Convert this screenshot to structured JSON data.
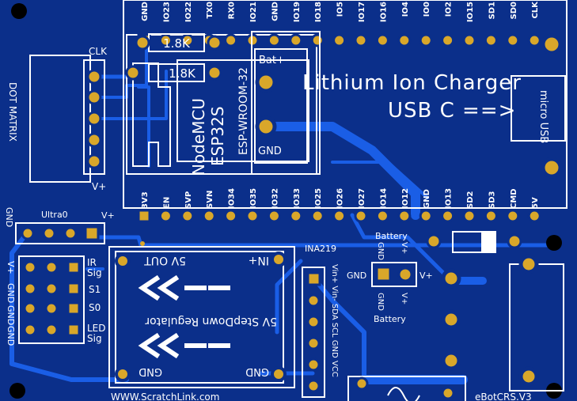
{
  "esp32": {
    "top_pins": [
      "GND",
      "IO23",
      "IO22",
      "TX0",
      "RX0",
      "IO21",
      "GND",
      "IO19",
      "IO18",
      "IO5",
      "IO17",
      "IO16",
      "IO4",
      "IO0",
      "IO2",
      "IO15",
      "SD1",
      "SD0",
      "CLK"
    ],
    "bottom_pins": [
      "3V3",
      "EN",
      "SVP",
      "SVN",
      "IO34",
      "IO35",
      "IO32",
      "IO33",
      "IO25",
      "IO26",
      "IO27",
      "IO14",
      "IO12",
      "GND",
      "IO13",
      "SD2",
      "SD3",
      "CMD",
      "5V"
    ],
    "name1": "NodeMCU",
    "name2": "ESP32S",
    "name3": "ESP-WROOM-32"
  },
  "resistors": [
    "1.8K",
    "1.8K"
  ],
  "charger": {
    "title": "Lithium Ion Charger",
    "subtitle": "USB C ==>",
    "bat_label": "Bat+",
    "gnd_label": "GND",
    "usb_label": "micro USB"
  },
  "dot_matrix": {
    "label": "DOT MATRIX",
    "clk": "CLK",
    "vplus": "V+"
  },
  "ultra": {
    "gnd": "GND",
    "name": "Ultra0",
    "vplus": "V+"
  },
  "led_header": {
    "left": [
      "V+",
      "GND",
      "GND",
      "GND"
    ],
    "right": [
      "IR",
      "Sig",
      "S1",
      "S0",
      "LED",
      "Sig"
    ]
  },
  "regulator": {
    "out": "5V OUT",
    "in": "IN+",
    "title": "5V StepDown Regulator",
    "gnd1": "GND",
    "gnd2": "GND"
  },
  "ina219": {
    "name": "INA219",
    "pins": "Vin+ Vin- SDA SCL GND VCC"
  },
  "battery": {
    "top_gnd": "GND",
    "top_vplus": "V+",
    "top_label": "Battery",
    "gnd": "GND",
    "vplus": "V+",
    "bot_gnd": "GND",
    "bot_vplus": "V+",
    "bot_label": "Battery"
  },
  "footer": {
    "url": "WWW.ScratchLink.com",
    "version": "eBotCRS.V3"
  },
  "colors": {
    "board": "#0b2f8a",
    "trace": "#1a5ee6",
    "silkscreen": "#ffffff",
    "pad": "#d9a72a"
  }
}
